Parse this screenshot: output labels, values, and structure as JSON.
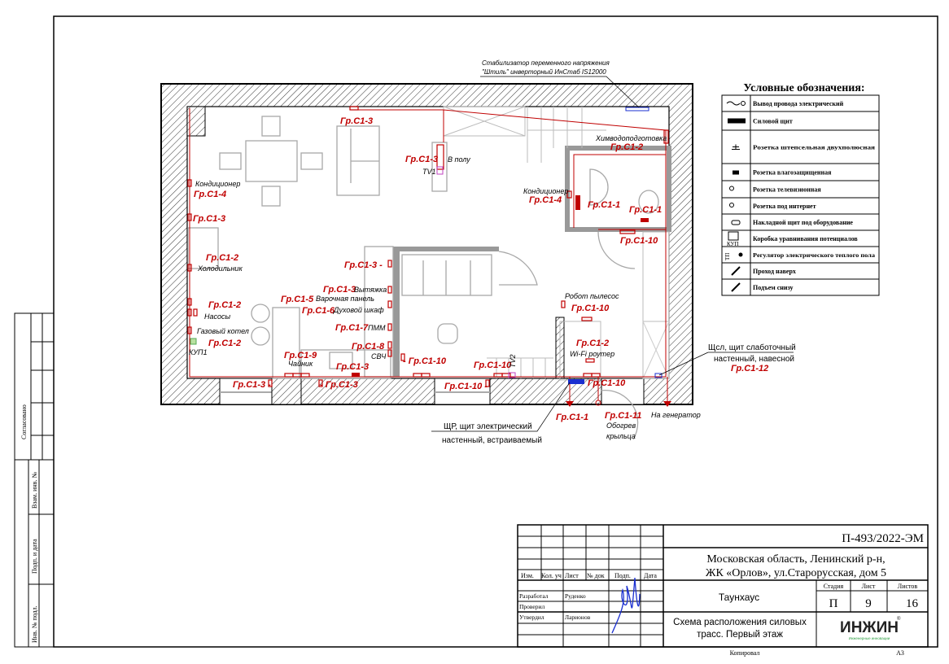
{
  "legend": {
    "title": "Условные обозначения:",
    "items": [
      {
        "icon": "wire-outlet-icon",
        "label": "Вывод провода электрический"
      },
      {
        "icon": "power-panel-icon",
        "label": "Силовой щит"
      },
      {
        "icon": "socket-icon",
        "label": "Розетка штепсельная двухполюсная"
      },
      {
        "icon": "waterproof-socket-icon",
        "label": "Розетка влагозащищенная"
      },
      {
        "icon": "tv-socket-icon",
        "label": "Розетка телевизионная"
      },
      {
        "icon": "internet-socket-icon",
        "label": "Розетка под интернет"
      },
      {
        "icon": "surface-panel-icon",
        "label": "Накладной щит под оборудование"
      },
      {
        "icon": "equipotential-box-icon",
        "label": "Коробка уравнивания потенциалов",
        "tag": "КУП"
      },
      {
        "icon": "floor-heating-regulator-icon",
        "label": "Регулятор электрического теплого пола",
        "tag": "ТП"
      },
      {
        "icon": "pass-up-icon",
        "label": "Проход наверх"
      },
      {
        "icon": "rise-from-below-icon",
        "label": "Подъем снизу"
      }
    ]
  },
  "plan": {
    "labels": [
      {
        "t": "Гр.С1-3",
        "c": "red"
      },
      {
        "t": "Гр.С1-3",
        "c": "red"
      },
      {
        "t": "В полу",
        "c": "blk"
      },
      {
        "t": "TV1",
        "c": "blk"
      },
      {
        "t": "Кондиционер",
        "c": "blk"
      },
      {
        "t": "Гр.С1-4",
        "c": "red"
      },
      {
        "t": "Гр.С1-3",
        "c": "red"
      },
      {
        "t": "Гр.С1-2",
        "c": "red"
      },
      {
        "t": "Холодильник",
        "c": "blk"
      },
      {
        "t": "Гр.С1-2",
        "c": "red"
      },
      {
        "t": "Насосы",
        "c": "blk"
      },
      {
        "t": "Газовый котел",
        "c": "blk"
      },
      {
        "t": "Гр.С1-2",
        "c": "red"
      },
      {
        "t": "КУП1",
        "c": "blk"
      },
      {
        "t": "Гр.С1-3 -",
        "c": "red"
      },
      {
        "t": "Гр.С1-3",
        "c": "red"
      },
      {
        "t": "Вытяжка",
        "c": "blk"
      },
      {
        "t": "Гр.С1-5",
        "c": "red"
      },
      {
        "t": "Варочная панель",
        "c": "blk"
      },
      {
        "t": "Гр.С1-6",
        "c": "red"
      },
      {
        "t": "Духовой шкаф",
        "c": "blk"
      },
      {
        "t": "Гр.С1-7",
        "c": "red"
      },
      {
        "t": "ПММ",
        "c": "blk"
      },
      {
        "t": "Гр.С1-8",
        "c": "red"
      },
      {
        "t": "СВЧ",
        "c": "blk"
      },
      {
        "t": "Гр.С1-9",
        "c": "red"
      },
      {
        "t": "Чайник",
        "c": "blk"
      },
      {
        "t": "Гр.С1-3",
        "c": "red"
      },
      {
        "t": "Гр.С1-3 -",
        "c": "red"
      },
      {
        "t": "- Гр.С1-3",
        "c": "red"
      },
      {
        "t": "- Гр.С1-10",
        "c": "red"
      },
      {
        "t": "Гр.С1-10",
        "c": "red"
      },
      {
        "t": "Гр.С1-10 -",
        "c": "red"
      },
      {
        "t": "Робот пылесос",
        "c": "blk"
      },
      {
        "t": "Гр.С1-10",
        "c": "red"
      },
      {
        "t": "Гр.С1-2",
        "c": "red"
      },
      {
        "t": "Wi-Fi роутер",
        "c": "blk"
      },
      {
        "t": "Гр.С1-10",
        "c": "red"
      },
      {
        "t": "Гр.С1-1",
        "c": "red"
      },
      {
        "t": "Гр.С1-11",
        "c": "red"
      },
      {
        "t": "Обогрев",
        "c": "blk"
      },
      {
        "t": "крыльца",
        "c": "blk"
      },
      {
        "t": "Химводоподготовка",
        "c": "blk"
      },
      {
        "t": "Гр.С1-2",
        "c": "red"
      },
      {
        "t": "Кондиционер",
        "c": "blk"
      },
      {
        "t": "Гр.С1-4",
        "c": "red"
      },
      {
        "t": "Гр.С1-1",
        "c": "red"
      },
      {
        "t": "Гр.С1-1",
        "c": "red"
      },
      {
        "t": "Гр.С1-10",
        "c": "red"
      },
      {
        "t": "На генератор",
        "c": "blk"
      },
      {
        "t": "Гр.С1-12",
        "c": "red"
      },
      {
        "t": "TV2",
        "c": "blk"
      }
    ],
    "notes": {
      "stabilizer_line1": "Стабилизатор переменного напряжения",
      "stabilizer_line2": "\"Штиль\" инверторный ИнСтаб IS12000",
      "shr_line1": "ЩР, щит электрический",
      "shr_line2": "настенный, встраиваемый",
      "shsl_line1": "Щсл, щит слаботочный",
      "shsl_line2": "настенный, навесной"
    }
  },
  "stamp": {
    "agreed": "Согласовано",
    "inv_replace": "Взам. инв. №",
    "sign_date": "Подп. и дата",
    "inv_orig": "Инв. № подл."
  },
  "title_block": {
    "doc_code": "П-493/2022-ЭМ",
    "address_line1": "Московская область, Ленинский р-н,",
    "address_line2": "ЖК «Орлов», ул.Старорусская, дом 5",
    "object": "Таунхаус",
    "sheet_title_line1": "Схема расположения силовых",
    "sheet_title_line2": "трасс. Первый этаж",
    "headers": [
      "Изм.",
      "Кол. уч",
      "Лист",
      "№ док",
      "Подп.",
      "Дата"
    ],
    "stage_header": "Стадия",
    "sheet_header": "Лист",
    "sheets_header": "Листов",
    "stage": "П",
    "sheet": "9",
    "sheets": "16",
    "roles": [
      {
        "role": "Разработал",
        "name": "Руденко"
      },
      {
        "role": "Проверил",
        "name": ""
      },
      {
        "role": "Утвердил",
        "name": "Ларионов"
      }
    ],
    "logo_text": "ИНЖИН",
    "logo_subtitle": "Инженерные инновации",
    "copied": "Копировал",
    "format": "А3"
  },
  "colors": {
    "wire": "#c00000",
    "panel": "#1a2fd0",
    "tv": "#c040c0",
    "accent_logo": "#2ea043"
  }
}
